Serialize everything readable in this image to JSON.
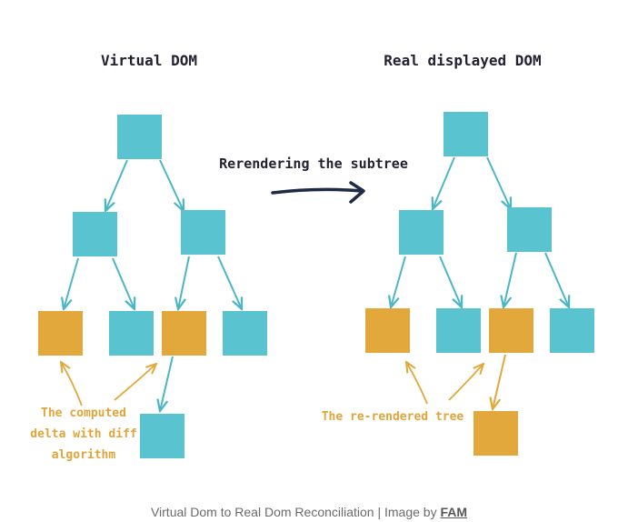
{
  "colors": {
    "node_unchanged": "#59c3cf",
    "node_changed": "#e3a83b",
    "edge": "#4bb6c6",
    "edge_changed": "#e3a83b",
    "annotation": "#e0a53a",
    "text_dark": "#222233"
  },
  "left_tree": {
    "title": "Virtual DOM",
    "annotation_lines": [
      "The computed",
      "delta with diff",
      "algorithm"
    ],
    "nodes": [
      {
        "id": "root",
        "state": "unchanged"
      },
      {
        "id": "mid-left",
        "state": "unchanged"
      },
      {
        "id": "mid-right",
        "state": "unchanged"
      },
      {
        "id": "leaf-1",
        "state": "changed"
      },
      {
        "id": "leaf-2",
        "state": "unchanged"
      },
      {
        "id": "leaf-3",
        "state": "changed"
      },
      {
        "id": "leaf-4",
        "state": "unchanged"
      },
      {
        "id": "subleaf",
        "state": "unchanged"
      }
    ]
  },
  "transition": {
    "label": "Rerendering the subtree"
  },
  "right_tree": {
    "title": "Real displayed DOM",
    "annotation": "The re-rendered tree",
    "nodes": [
      {
        "id": "root",
        "state": "unchanged"
      },
      {
        "id": "mid-left",
        "state": "unchanged"
      },
      {
        "id": "mid-right",
        "state": "unchanged"
      },
      {
        "id": "leaf-1",
        "state": "changed"
      },
      {
        "id": "leaf-2",
        "state": "unchanged"
      },
      {
        "id": "leaf-3",
        "state": "changed"
      },
      {
        "id": "leaf-4",
        "state": "unchanged"
      },
      {
        "id": "subleaf",
        "state": "changed"
      }
    ]
  },
  "caption": {
    "text": "Virtual Dom to Real Dom Reconciliation | Image by ",
    "author": "FAM"
  }
}
